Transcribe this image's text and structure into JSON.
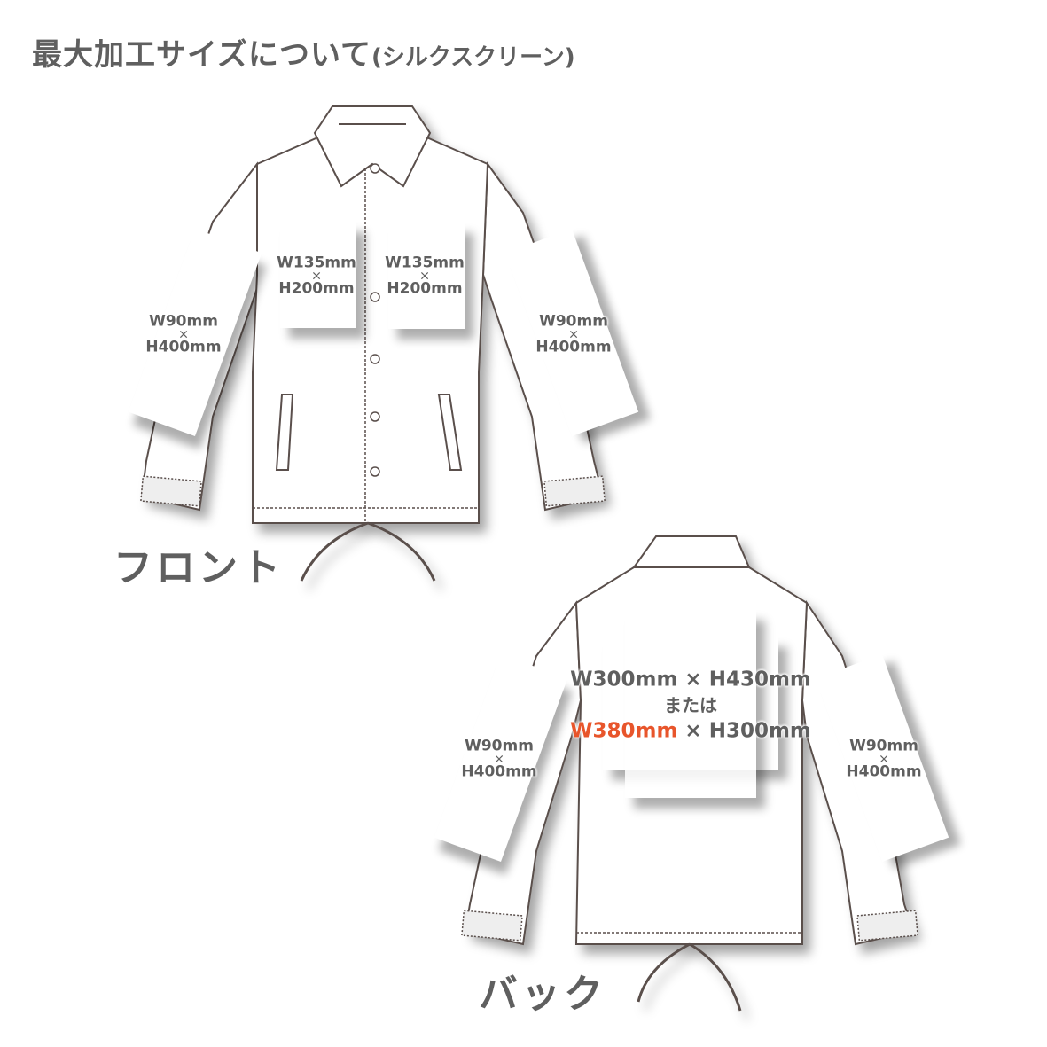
{
  "title": {
    "main": "最大加工サイズについて",
    "sub": "(シルクスクリーン)"
  },
  "views": {
    "front": {
      "label": "フロント",
      "areas": {
        "left_sleeve": {
          "w": "W90mm",
          "x": "×",
          "h": "H400mm"
        },
        "left_chest": {
          "w": "W135mm",
          "x": "×",
          "h": "H200mm"
        },
        "right_chest": {
          "w": "W135mm",
          "x": "×",
          "h": "H200mm"
        },
        "right_sleeve": {
          "w": "W90mm",
          "x": "×",
          "h": "H400mm"
        }
      }
    },
    "back": {
      "label": "バック",
      "areas": {
        "left_sleeve": {
          "w": "W90mm",
          "x": "×",
          "h": "H400mm"
        },
        "center_back": {
          "line1": "W300mm × H430mm",
          "line2": "または",
          "line3_accent": "W380mm",
          "line3_rest": " × H300mm"
        },
        "right_sleeve": {
          "w": "W90mm",
          "x": "×",
          "h": "H400mm"
        }
      }
    }
  },
  "colors": {
    "text": "#5f5f5f",
    "accent": "#e8552b",
    "outline": "#5a4f4c"
  }
}
